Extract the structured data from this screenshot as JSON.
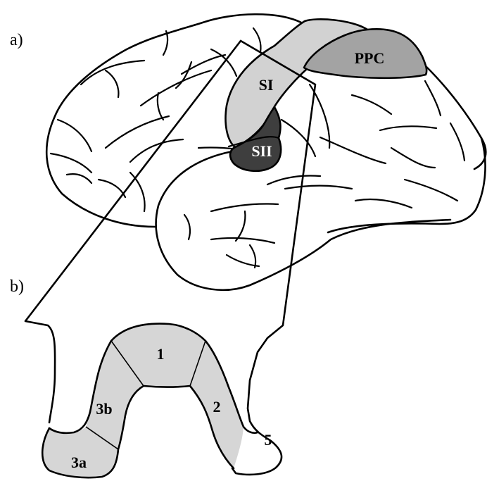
{
  "panels": {
    "a": "a)",
    "b": "b)"
  },
  "regions": {
    "si": "SI",
    "sii": "SII",
    "ppc": "PPC"
  },
  "areas": {
    "a1": "1",
    "a2": "2",
    "a3a": "3a",
    "a3b": "3b",
    "a5": "5"
  },
  "colors": {
    "si_fill": "#d2d2d2",
    "ppc_fill": "#a3a3a3",
    "sii_fill": "#3e3e3e",
    "area_fill": "#d6d6d6",
    "line": "#000000"
  }
}
